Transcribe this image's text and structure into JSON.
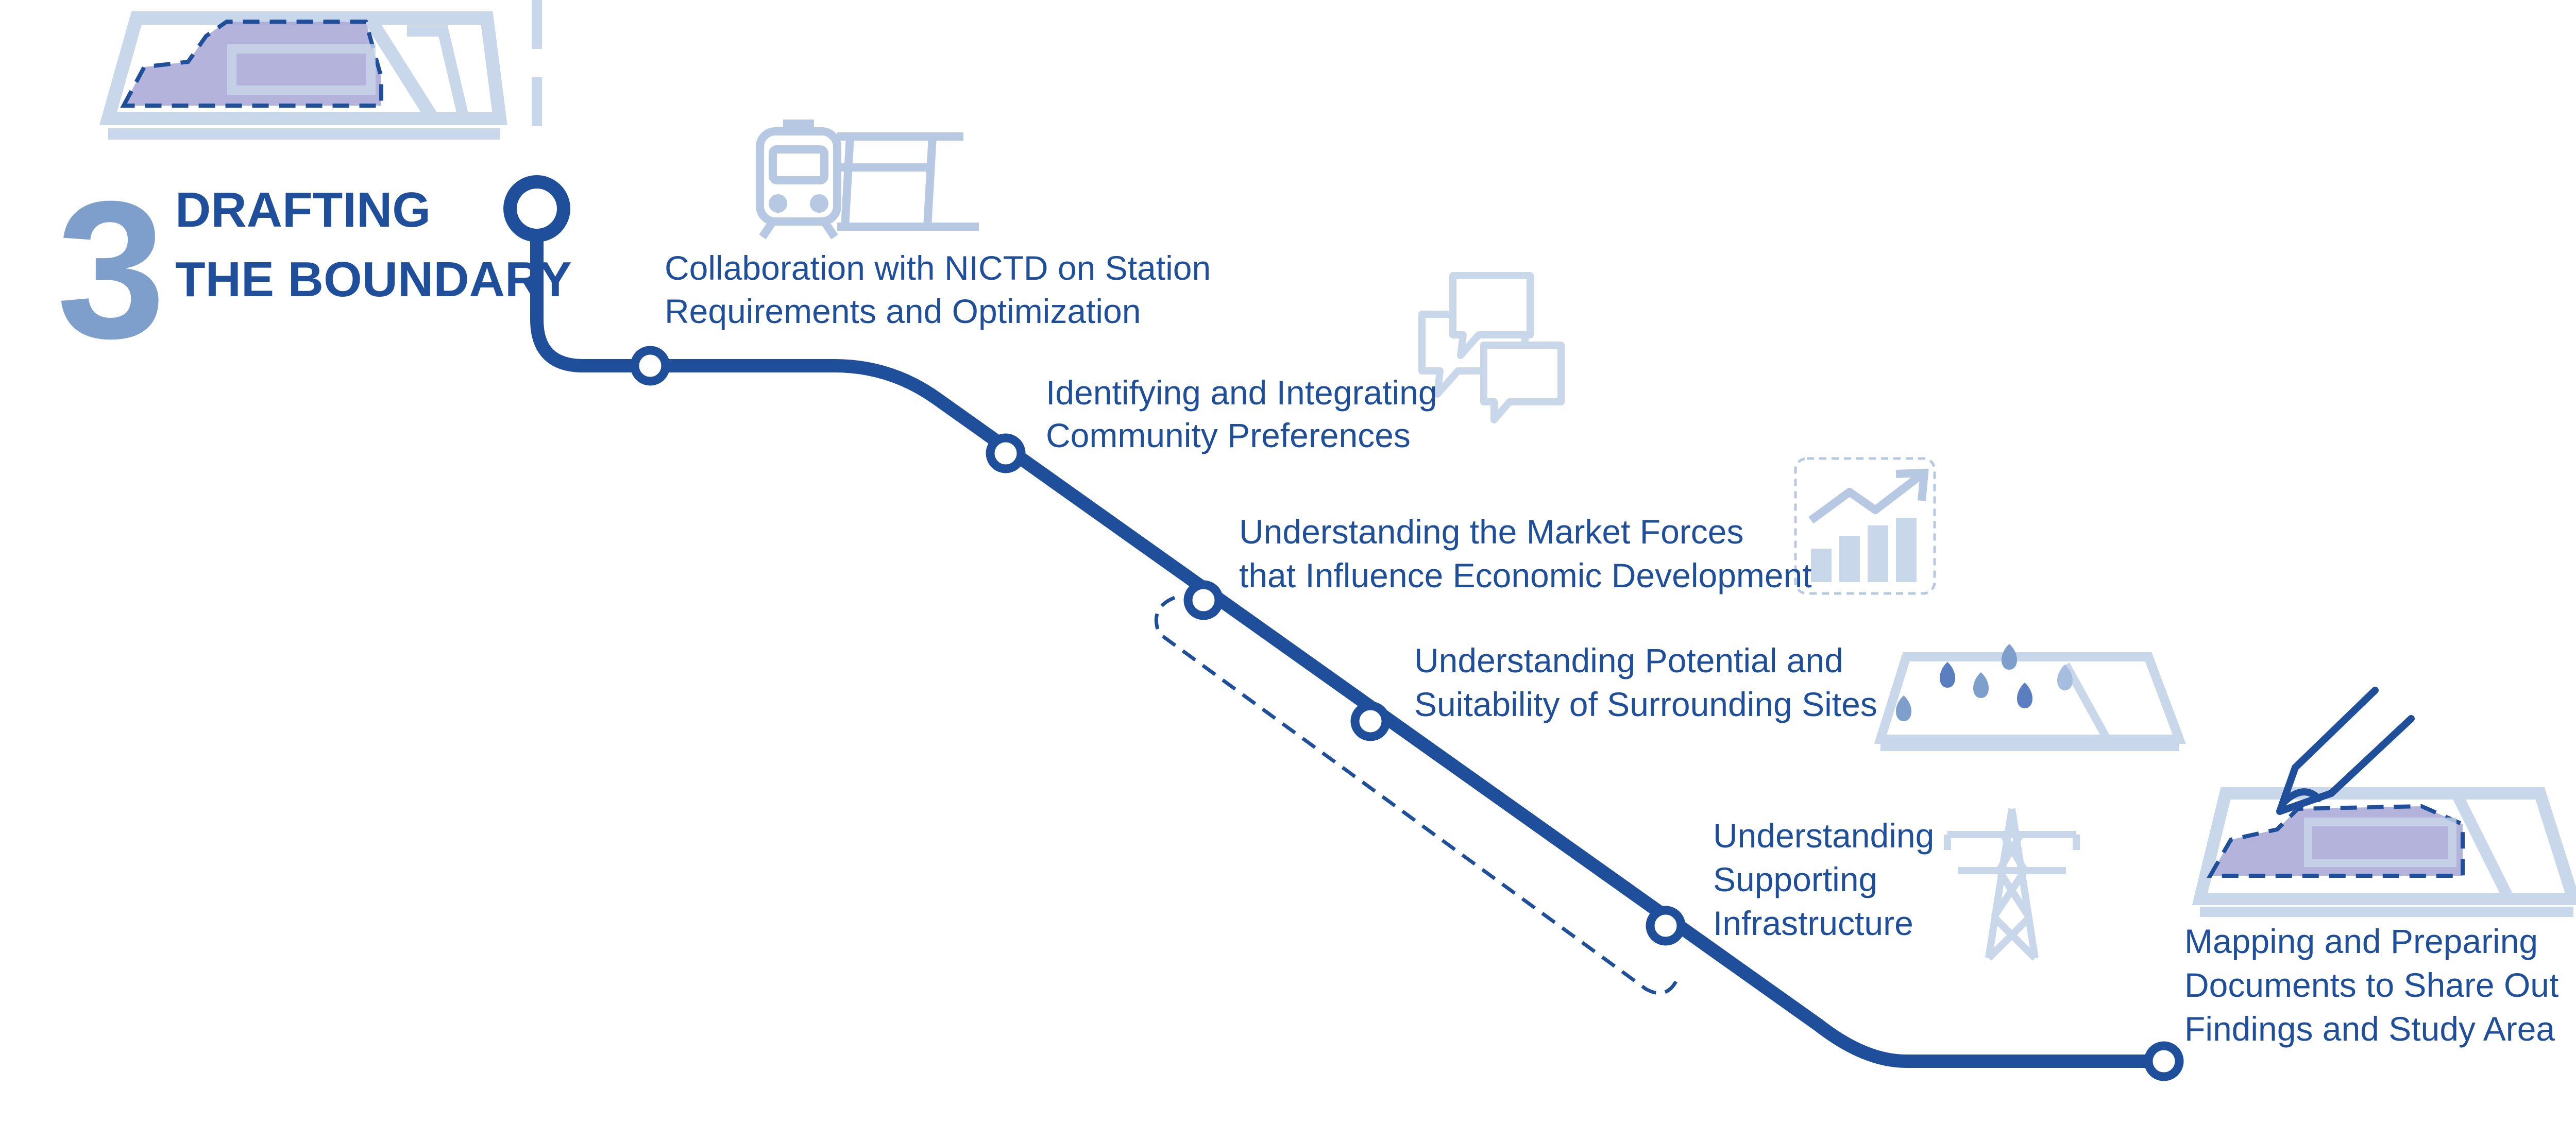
{
  "colors": {
    "route": "#1f4f9a",
    "accent_light": "#c9d7ea",
    "icon_stroke": "#b7c9e2",
    "parcel_fill": "#a7a6d6",
    "phase_number": "#7e9fcb"
  },
  "header": {
    "phase_number": "3",
    "title_line1": "DRAFTING",
    "title_line2": "THE BOUNDARY"
  },
  "steps": [
    {
      "line1": "Collaboration with NICTD on Station",
      "line2": "Requirements and Optimization",
      "icon": "train-icon"
    },
    {
      "line1": "Identifying and Integrating",
      "line2": "Community Preferences",
      "icon": "chat-bubbles-icon"
    },
    {
      "line1": "Understanding the Market Forces",
      "line2": "that Influence Economic Development",
      "icon": "market-chart-icon"
    },
    {
      "line1": "Understanding Potential and",
      "line2": "Suitability of Surrounding Sites",
      "icon": "site-map-pins-icon"
    },
    {
      "line1": "Understanding",
      "line2": "Supporting",
      "line3": "Infrastructure",
      "icon": "power-tower-icon"
    },
    {
      "line1": "Mapping and Preparing",
      "line2": "Documents to Share Out",
      "line3": "Findings and Study Area",
      "icon": "drafting-map-icon"
    }
  ]
}
